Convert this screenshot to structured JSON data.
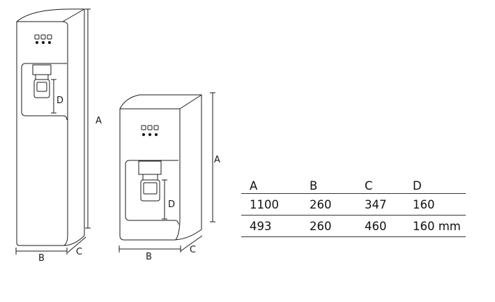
{
  "figure": {
    "tall_unit": {
      "label_a": "A",
      "label_b": "B",
      "label_c": "C",
      "label_d": "D"
    },
    "short_unit": {
      "label_a": "A",
      "label_b": "B",
      "label_c": "C",
      "label_d": "D"
    }
  },
  "dimension_table": {
    "headers": [
      "A",
      "B",
      "C",
      "D"
    ],
    "rows": [
      [
        "1100",
        "260",
        "347",
        "160"
      ],
      [
        "493",
        "260",
        "460",
        "160 mm"
      ]
    ]
  }
}
